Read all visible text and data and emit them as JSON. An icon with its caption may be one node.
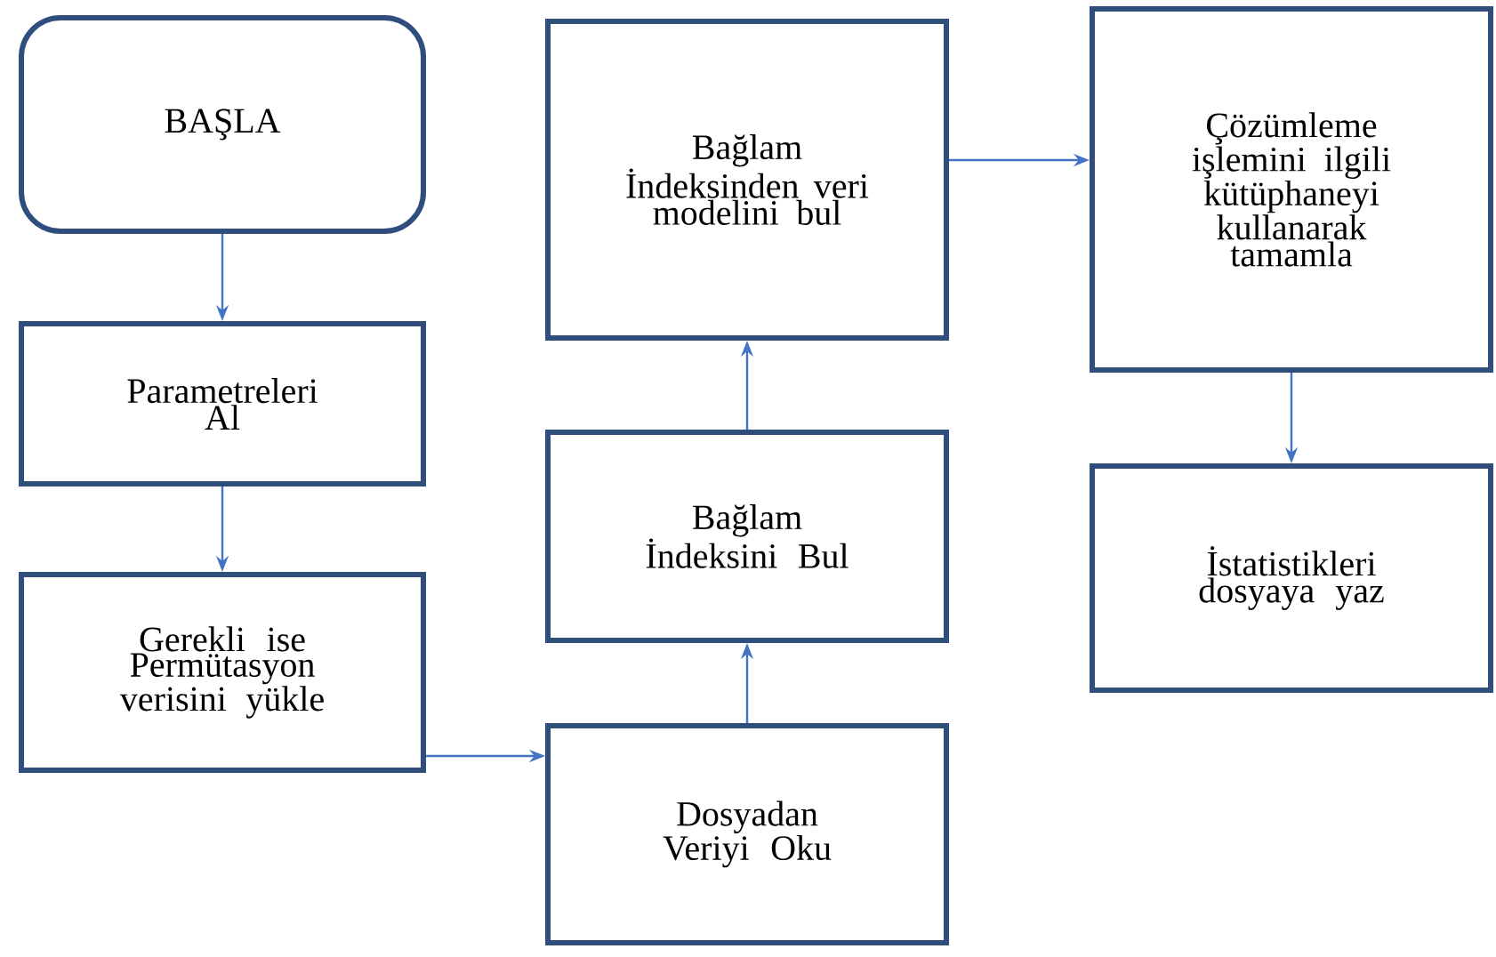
{
  "diagram": {
    "nodes": [
      {
        "text": [
          "BAŞLA"
        ]
      },
      {
        "text": [
          "Parametreleri Al"
        ]
      },
      {
        "text": [
          "Gerekli ise Permütasyon verisini yükle"
        ]
      },
      {
        "text": [
          "Dosyadan Veriyi Oku"
        ]
      },
      {
        "text": [
          "Bağlam İndeksini Bul"
        ]
      },
      {
        "text": [
          "Bağlam İndeksinden veri modelini bul"
        ]
      },
      {
        "text": [
          "Çözümleme işlemini ilgili kütüphaneyi kullanarak tamamla"
        ]
      },
      {
        "text": [
          "İstatistikleri dosyaya yaz"
        ]
      }
    ],
    "edges": [
      {
        "from": 0,
        "to": 1,
        "arrow": "to"
      },
      {
        "from": 1,
        "to": 2,
        "arrow": "to"
      },
      {
        "from": 2,
        "to": 3,
        "arrow": "to"
      },
      {
        "from": 3,
        "to": 4,
        "arrow": "to"
      },
      {
        "from": 4,
        "to": 5,
        "arrow": "to"
      },
      {
        "from": 5,
        "to": 6,
        "arrow": "to"
      },
      {
        "from": 6,
        "to": 7,
        "arrow": "to"
      }
    ]
  }
}
